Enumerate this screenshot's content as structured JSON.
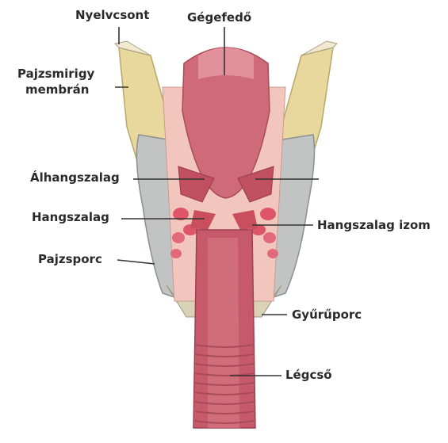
{
  "labels": {
    "nyelvcsont": "Nyelvcsont",
    "gegefedo": "Gégefedő",
    "pajzsmirigy_membran_1": "Pajzsmirigy",
    "pajzsmirigy_membran_2": "membrán",
    "alhangszalag": "Álhangszalag",
    "hangszalag": "Hangszalag",
    "hangszalag_izom": "Hangszalag izom",
    "pajzsporc": "Pajzsporc",
    "gyuruporc": "Gyűrűporc",
    "legcso": "Légcső"
  },
  "colors": {
    "mucosa": "#c85a6a",
    "mucosa_light": "#e08a92",
    "pink_tissue": "#f3c7c0",
    "cartilage_yellow": "#e6d49a",
    "cartilage_gray": "#b9bcbd",
    "muscle_spots": "#d94b5d",
    "label_line": "#333333"
  }
}
